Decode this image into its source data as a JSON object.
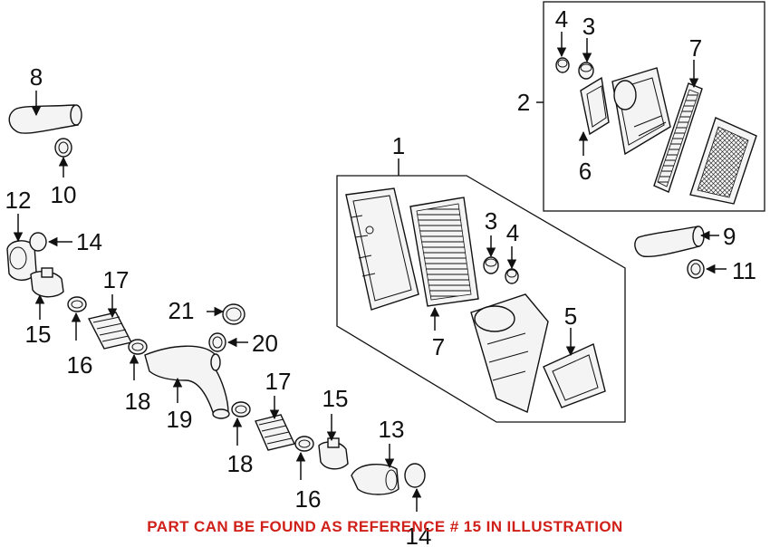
{
  "diagram": {
    "callouts": {
      "c1": "1",
      "c2": "2",
      "c3a": "3",
      "c3b": "3",
      "c4a": "4",
      "c4b": "4",
      "c5": "5",
      "c6": "6",
      "c7a": "7",
      "c7b": "7",
      "c8": "8",
      "c9": "9",
      "c10": "10",
      "c11": "11",
      "c12": "12",
      "c13": "13",
      "c14a": "14",
      "c14b": "14",
      "c15a": "15",
      "c15b": "15",
      "c16a": "16",
      "c16b": "16",
      "c17a": "17",
      "c17b": "17",
      "c18a": "18",
      "c18b": "18",
      "c19": "19",
      "c20": "20",
      "c21": "21"
    }
  },
  "footer": {
    "note": "PART CAN BE FOUND AS REFERENCE # 15 IN ILLUSTRATION",
    "color": "#d0201a"
  }
}
